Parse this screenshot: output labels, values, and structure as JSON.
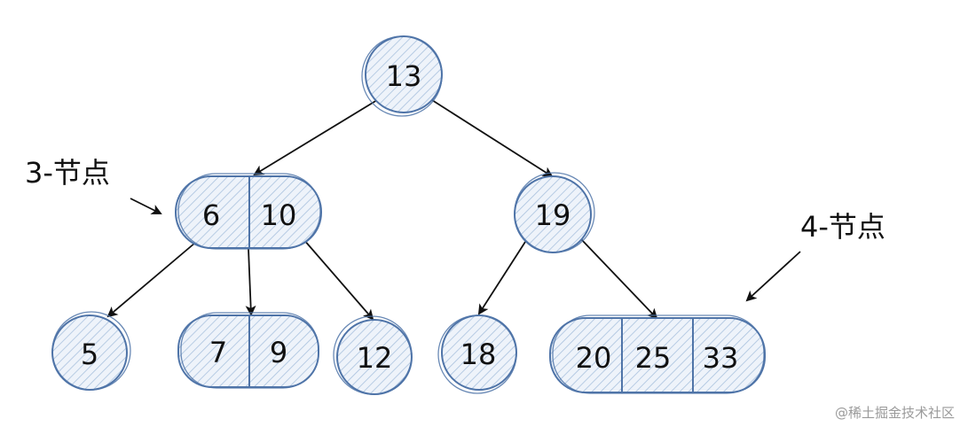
{
  "nodes": {
    "root": [
      "13"
    ],
    "left": [
      "6",
      "10"
    ],
    "right": [
      "19"
    ],
    "leaf_5": [
      "5"
    ],
    "leaf_7_9": [
      "7",
      "9"
    ],
    "leaf_12": [
      "12"
    ],
    "leaf_18": [
      "18"
    ],
    "leaf_20_25_33": [
      "20",
      "25",
      "33"
    ]
  },
  "labels": {
    "three_node": "3-节点",
    "four_node": "4-节点"
  },
  "watermark": "@稀土掘金技术社区",
  "colors": {
    "node_stroke": "#4f74a8",
    "hatch": "#a9c2de",
    "edge": "#111111"
  }
}
